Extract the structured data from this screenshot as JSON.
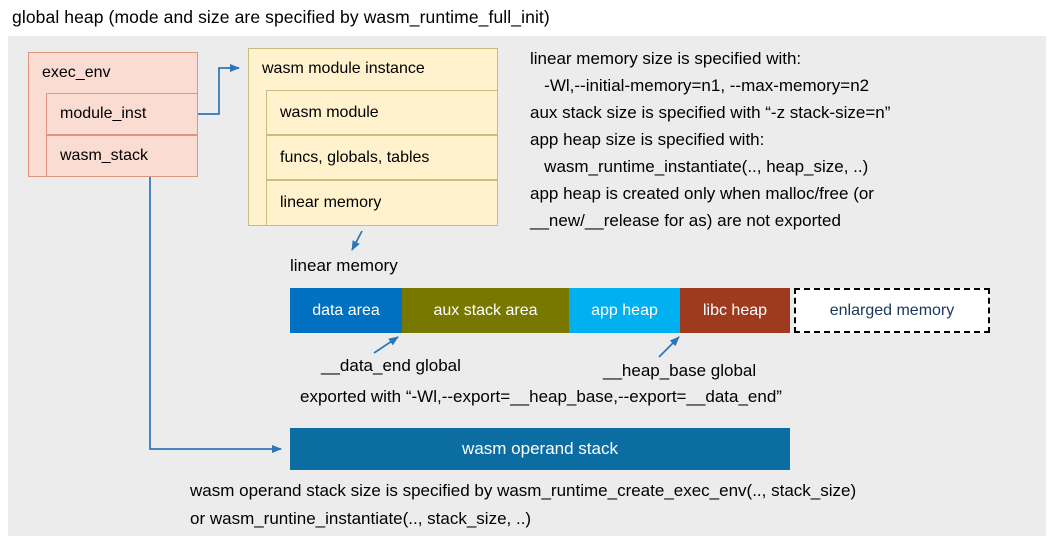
{
  "title": "global heap (mode and size are specified by wasm_runtime_full_init)",
  "exec_env": {
    "title": "exec_env",
    "rows": [
      "module_inst",
      "wasm_stack"
    ]
  },
  "module_instance": {
    "title": "wasm module instance",
    "rows": [
      "wasm module",
      "funcs, globals, tables",
      "linear memory"
    ]
  },
  "right_notes": {
    "lines": [
      "linear memory size is specified with:",
      "   -Wl,--initial-memory=n1, --max-memory=n2",
      "aux stack size is specified with “-z stack-size=n”",
      "app heap size is specified with:",
      "   wasm_runtime_instantiate(.., heap_size, ..)",
      "app heap is created only when malloc/free (or",
      "__new/__release for as) are not exported"
    ]
  },
  "linear_memory": {
    "label": "linear memory",
    "segments": [
      {
        "label": "data area",
        "color": "#0070C0",
        "text_color": "#FFFFFF"
      },
      {
        "label": "aux stack area",
        "color": "#787800",
        "text_color": "#FFFFFF"
      },
      {
        "label": "app heap",
        "color": "#00B0F0",
        "text_color": "#FFFFFF"
      },
      {
        "label": "libc heap",
        "color": "#9E3A1E",
        "text_color": "#FFFFFF"
      },
      {
        "label": "enlarged memory",
        "color": "#FFFFFF",
        "text_color": "#17375E",
        "border": "dashed"
      }
    ]
  },
  "annotations": {
    "data_end_label": "__data_end global",
    "heap_base_label": "__heap_base global",
    "export_note": "exported with “-Wl,--export=__heap_base,--export=__data_end”"
  },
  "operand_stack": {
    "label": "wasm operand stack",
    "color": "#0B6DA2"
  },
  "bottom_notes": {
    "lines": [
      "wasm operand stack size is specified by wasm_runtime_create_exec_env(.., stack_size)",
      "or wasm_runtine_instantiate(.., stack_size, ..)"
    ]
  },
  "arrow_color": "#2E75B6",
  "panel_color": "#ECECEC"
}
